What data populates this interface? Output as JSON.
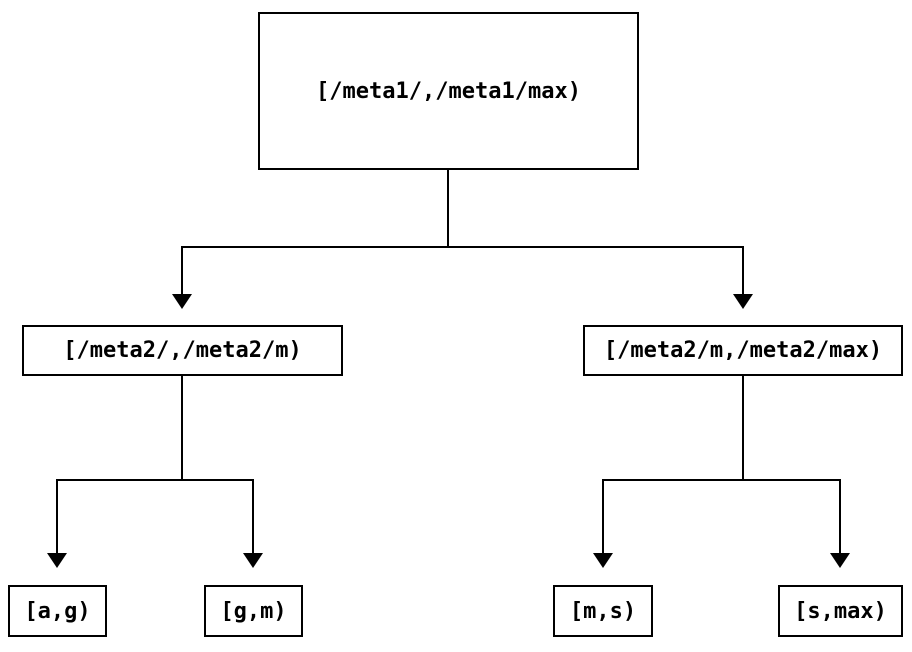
{
  "diagram": {
    "type": "tree",
    "background_color": "#ffffff",
    "line_color": "#000000",
    "nodes": {
      "root": {
        "label": "[/meta1/,/meta1/max)"
      },
      "left": {
        "label": "[/meta2/,/meta2/m)"
      },
      "right": {
        "label": "[/meta2/m,/meta2/max)"
      },
      "leaf_ag": {
        "label": "[a,g)"
      },
      "leaf_gm": {
        "label": "[g,m)"
      },
      "leaf_ms": {
        "label": "[m,s)"
      },
      "leaf_smax": {
        "label": "[s,max)"
      }
    },
    "edges": [
      {
        "from": "root",
        "to": "left",
        "arrow": "down"
      },
      {
        "from": "root",
        "to": "right",
        "arrow": "down"
      },
      {
        "from": "left",
        "to": "leaf_ag",
        "arrow": "down"
      },
      {
        "from": "left",
        "to": "leaf_gm",
        "arrow": "down"
      },
      {
        "from": "right",
        "to": "leaf_ms",
        "arrow": "down"
      },
      {
        "from": "right",
        "to": "leaf_smax",
        "arrow": "down"
      }
    ]
  }
}
